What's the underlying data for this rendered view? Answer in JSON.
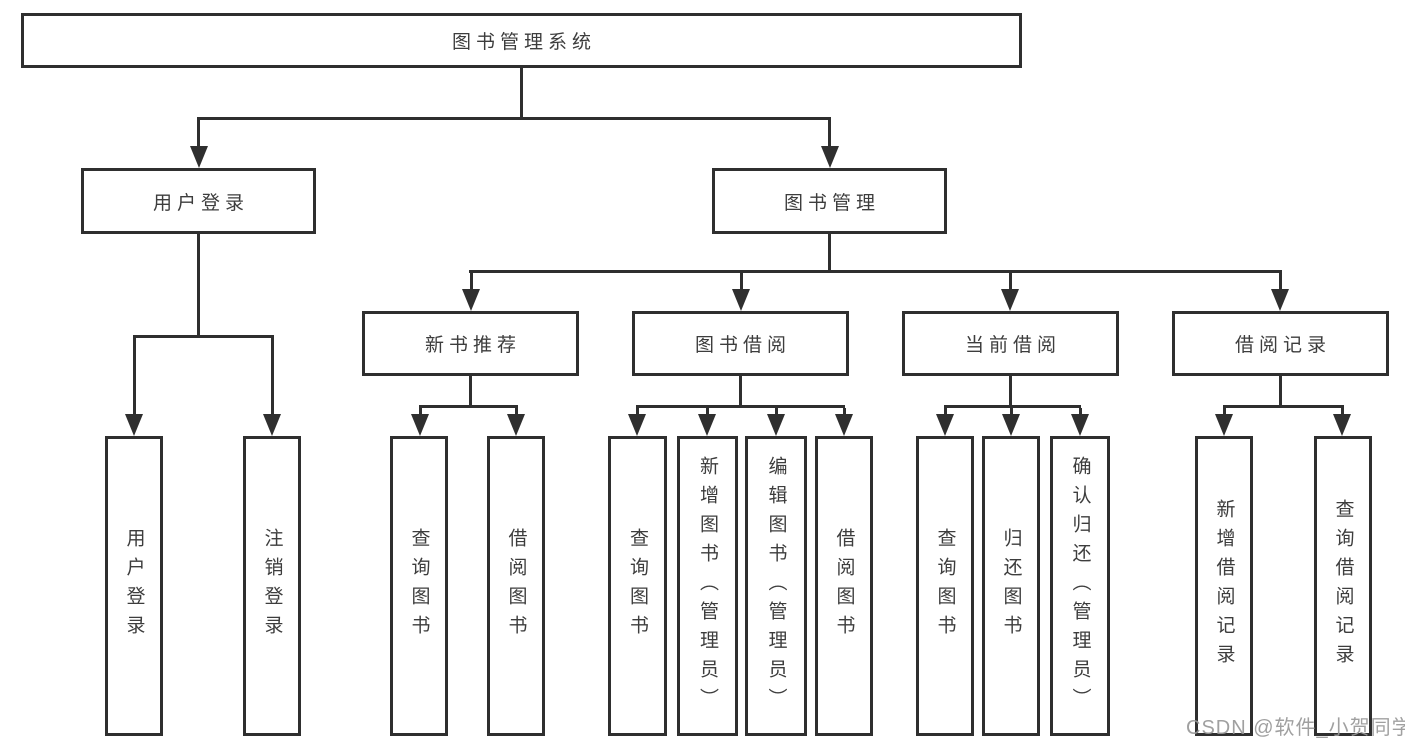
{
  "colors": {
    "line": "#2f2f2f",
    "text": "#3d3d3d",
    "background": "#ffffff",
    "watermark": "#989898"
  },
  "watermark": {
    "text": "CSDN @软件_小贺同学"
  },
  "tree": {
    "root": "图书管理系统",
    "branches": [
      {
        "label": "用户登录",
        "children": [
          "用户登录",
          "注销登录"
        ]
      },
      {
        "label": "图书管理",
        "children": [
          {
            "label": "新书推荐",
            "children": [
              "查询图书",
              "借阅图书"
            ]
          },
          {
            "label": "图书借阅",
            "children": [
              "查询图书",
              "新增图书（管理员）",
              "编辑图书（管理员）",
              "借阅图书"
            ]
          },
          {
            "label": "当前借阅",
            "children": [
              "查询图书",
              "归还图书",
              "确认归还（管理员）"
            ]
          },
          {
            "label": "借阅记录",
            "children": [
              "新增借阅记录",
              "查询借阅记录"
            ]
          }
        ]
      }
    ]
  }
}
